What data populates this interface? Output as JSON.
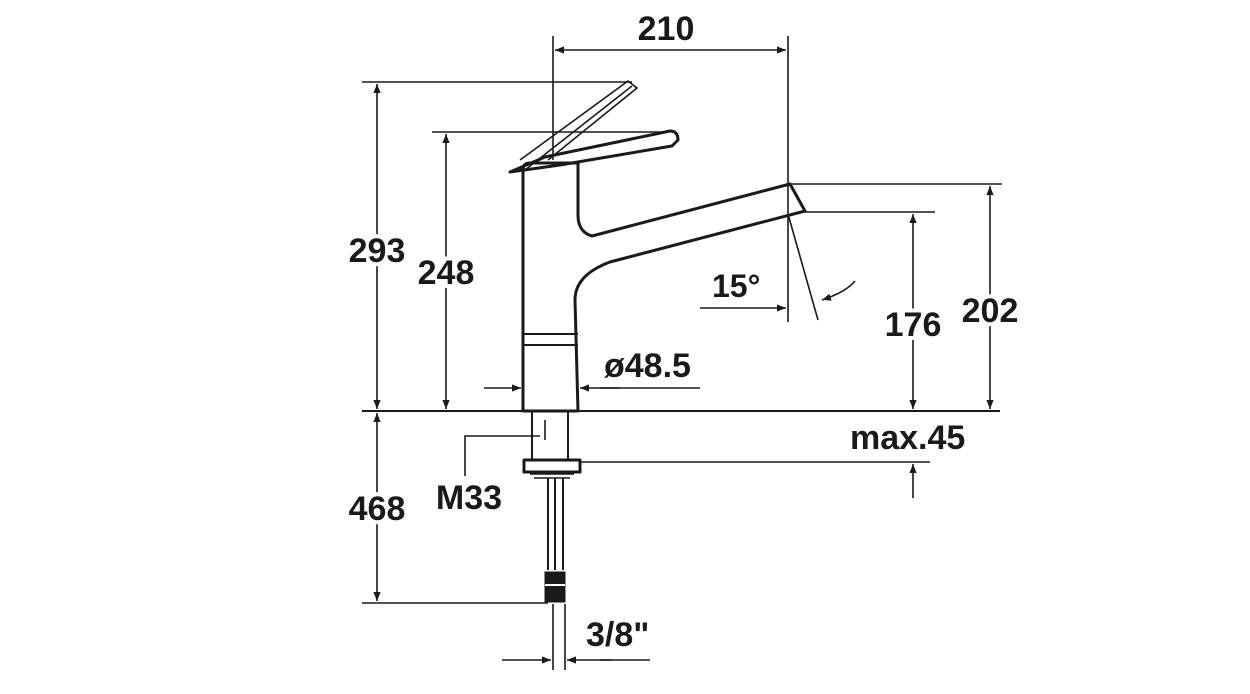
{
  "dimensions": {
    "overall_width": "210",
    "height_lever_raised": "293",
    "height_lever_closed": "248",
    "height_spout_top": "202",
    "height_spout_outlet": "176",
    "pullout_angle": "15°",
    "base_diameter": "ø48.5",
    "max_counter_thickness": "max.45",
    "thread_size": "M33",
    "hose_length": "468",
    "connection_size": "3/8\""
  },
  "colors": {
    "line": "#1a1a1a",
    "background": "#ffffff"
  }
}
